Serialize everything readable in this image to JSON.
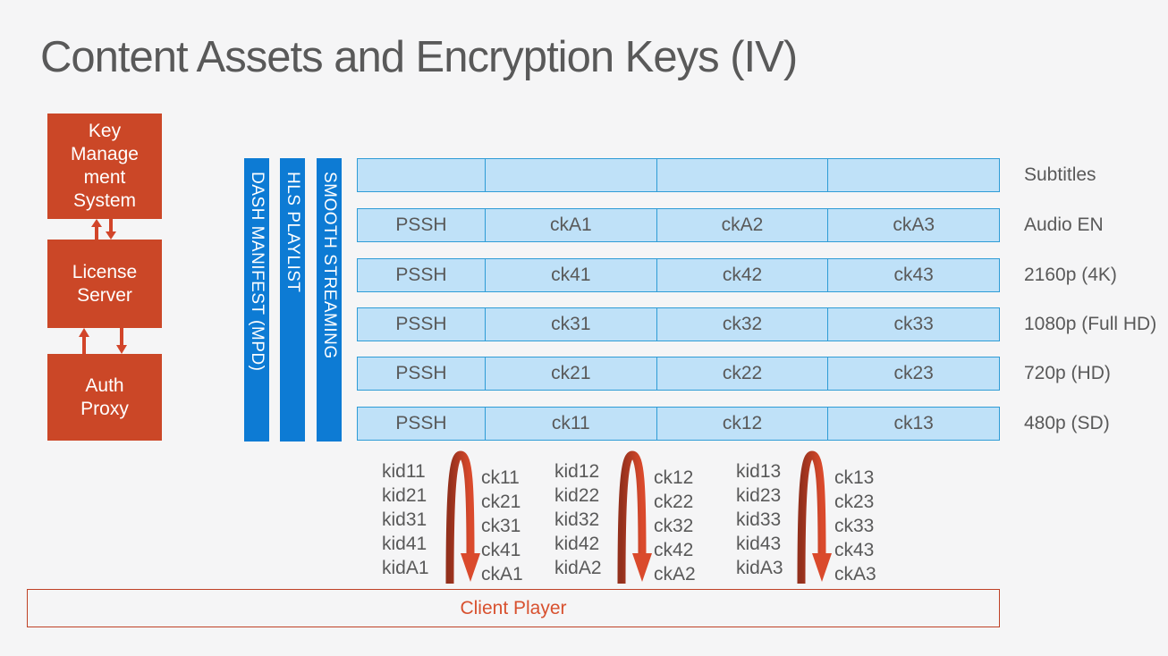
{
  "slide": {
    "title": "Content Assets and Encryption Keys (IV)"
  },
  "colors": {
    "background": "#F5F5F6",
    "title_text": "#595959",
    "red_box": "#CB4727",
    "arrow_red": "#D2452A",
    "arch_gradient_dark": "#93301C",
    "arch_gradient_bright": "#DA4A2C",
    "blue_bar": "#0D7BD4",
    "cell_fill": "#BFE1F8",
    "cell_border": "#2E9CD6",
    "gray_text": "#595959",
    "client_border": "#BF4126",
    "client_text": "#D8512F"
  },
  "left_stack": {
    "kms": {
      "lines": [
        "Key",
        "Manage",
        "ment",
        "System"
      ]
    },
    "license": {
      "lines": [
        "License",
        "Server"
      ]
    },
    "auth": {
      "lines": [
        "Auth",
        "Proxy"
      ]
    }
  },
  "manifest_bars": [
    {
      "label": "DASH MANIFEST (MPD)"
    },
    {
      "label": "HLS PLAYLIST"
    },
    {
      "label": "SMOOTH STREAMING"
    }
  ],
  "asset_table": {
    "rows": [
      {
        "cells": [
          "",
          "",
          "",
          ""
        ],
        "label": "Subtitles"
      },
      {
        "cells": [
          "PSSH",
          "ckA1",
          "ckA2",
          "ckA3"
        ],
        "label": "Audio EN"
      },
      {
        "cells": [
          "PSSH",
          "ck41",
          "ck42",
          "ck43"
        ],
        "label": "2160p (4K)"
      },
      {
        "cells": [
          "PSSH",
          "ck31",
          "ck32",
          "ck33"
        ],
        "label": "1080p (Full HD)"
      },
      {
        "cells": [
          "PSSH",
          "ck21",
          "ck22",
          "ck23"
        ],
        "label": "720p (HD)"
      },
      {
        "cells": [
          "PSSH",
          "ck11",
          "ck12",
          "ck13"
        ],
        "label": "480p (SD)"
      }
    ]
  },
  "key_mappings": {
    "groups": [
      {
        "kids": [
          "kid11",
          "kid21",
          "kid31",
          "kid41",
          "kidA1"
        ],
        "cks": [
          "ck11",
          "ck21",
          "ck31",
          "ck41",
          "ckA1"
        ]
      },
      {
        "kids": [
          "kid12",
          "kid22",
          "kid32",
          "kid42",
          "kidA2"
        ],
        "cks": [
          "ck12",
          "ck22",
          "ck32",
          "ck42",
          "ckA2"
        ]
      },
      {
        "kids": [
          "kid13",
          "kid23",
          "kid33",
          "kid43",
          "kidA3"
        ],
        "cks": [
          "ck13",
          "ck23",
          "ck33",
          "ck43",
          "ckA3"
        ]
      }
    ]
  },
  "client_player": {
    "label": "Client Player"
  }
}
